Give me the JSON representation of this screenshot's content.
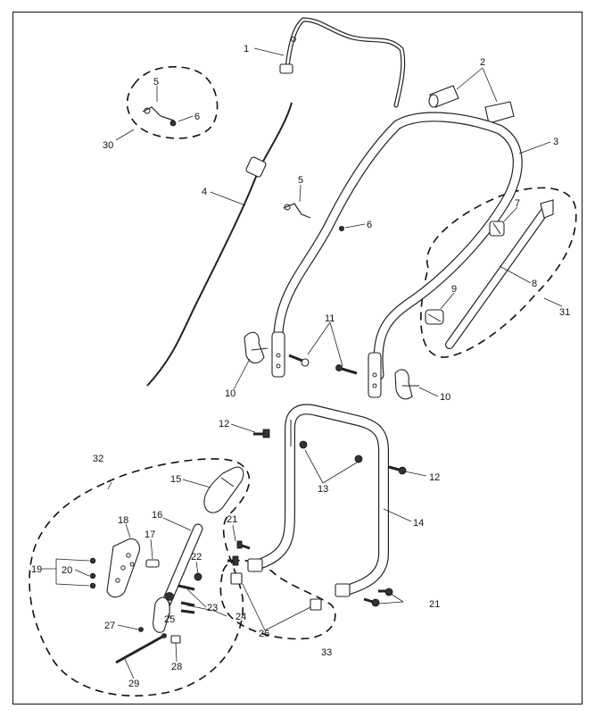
{
  "diagram": {
    "callouts": [
      {
        "id": "c1",
        "text": "1"
      },
      {
        "id": "c2",
        "text": "2"
      },
      {
        "id": "c3",
        "text": "3"
      },
      {
        "id": "c4",
        "text": "4"
      },
      {
        "id": "c5a",
        "text": "5"
      },
      {
        "id": "c5b",
        "text": "5"
      },
      {
        "id": "c6a",
        "text": "6"
      },
      {
        "id": "c6b",
        "text": "6"
      },
      {
        "id": "c7",
        "text": "7"
      },
      {
        "id": "c8",
        "text": "8"
      },
      {
        "id": "c9",
        "text": "9"
      },
      {
        "id": "c10a",
        "text": "10"
      },
      {
        "id": "c10b",
        "text": "10"
      },
      {
        "id": "c11",
        "text": "11"
      },
      {
        "id": "c12a",
        "text": "12"
      },
      {
        "id": "c12b",
        "text": "12"
      },
      {
        "id": "c13",
        "text": "13"
      },
      {
        "id": "c14",
        "text": "14"
      },
      {
        "id": "c15",
        "text": "15"
      },
      {
        "id": "c16",
        "text": "16"
      },
      {
        "id": "c17",
        "text": "17"
      },
      {
        "id": "c18",
        "text": "18"
      },
      {
        "id": "c19",
        "text": "19"
      },
      {
        "id": "c20",
        "text": "20"
      },
      {
        "id": "c21a",
        "text": "21"
      },
      {
        "id": "c21b",
        "text": "21"
      },
      {
        "id": "c22",
        "text": "22"
      },
      {
        "id": "c23",
        "text": "23"
      },
      {
        "id": "c24",
        "text": "24"
      },
      {
        "id": "c25",
        "text": "25"
      },
      {
        "id": "c26",
        "text": "26"
      },
      {
        "id": "c27",
        "text": "27"
      },
      {
        "id": "c28",
        "text": "28"
      },
      {
        "id": "c29",
        "text": "29"
      },
      {
        "id": "c30",
        "text": "30"
      },
      {
        "id": "c31",
        "text": "31"
      },
      {
        "id": "c32",
        "text": "32"
      },
      {
        "id": "c33",
        "text": "33"
      }
    ],
    "colors": {
      "line": "#222222",
      "background": "#ffffff"
    }
  }
}
